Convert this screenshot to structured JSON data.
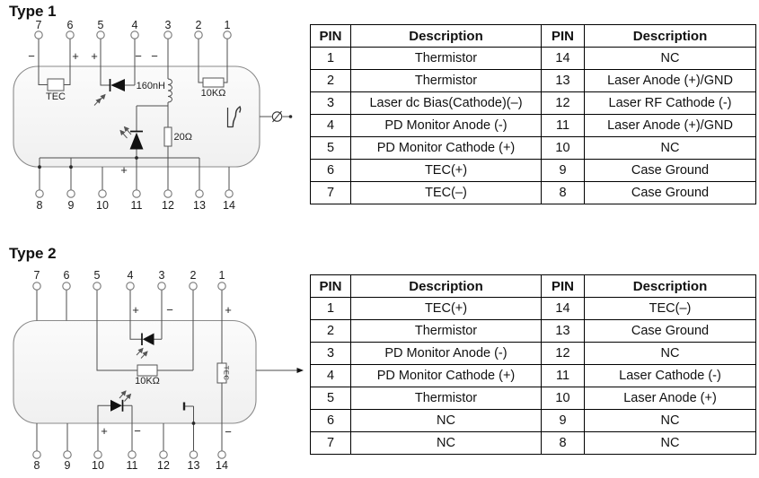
{
  "type1": {
    "heading": "Type 1",
    "top_pins": [
      "7",
      "6",
      "5",
      "4",
      "3",
      "2",
      "1"
    ],
    "bottom_pins": [
      "8",
      "9",
      "10",
      "11",
      "12",
      "13",
      "14"
    ],
    "marks": {
      "pin7": "−",
      "pin6": "+",
      "pin5": "+",
      "pin4": "−",
      "pin3": "−",
      "laser_anode": "+"
    },
    "labels": {
      "tec": "TEC",
      "inductor": "160nH",
      "thermistor": "10KΩ",
      "series_resistor": "20Ω"
    },
    "table": {
      "headers": [
        "PIN",
        "Description",
        "PIN",
        "Description"
      ],
      "rows": [
        [
          "1",
          "Thermistor",
          "14",
          "NC"
        ],
        [
          "2",
          "Thermistor",
          "13",
          "Laser Anode (+)/GND"
        ],
        [
          "3",
          "Laser dc Bias(Cathode)(–)",
          "12",
          "Laser RF Cathode (-)"
        ],
        [
          "4",
          "PD Monitor Anode (-)",
          "11",
          "Laser Anode (+)/GND"
        ],
        [
          "5",
          "PD Monitor Cathode (+)",
          "10",
          "NC"
        ],
        [
          "6",
          "TEC(+)",
          "9",
          "Case Ground"
        ],
        [
          "7",
          "TEC(–)",
          "8",
          "Case Ground"
        ]
      ]
    }
  },
  "type2": {
    "heading": "Type 2",
    "top_pins": [
      "7",
      "6",
      "5",
      "4",
      "3",
      "2",
      "1"
    ],
    "bottom_pins": [
      "8",
      "9",
      "10",
      "11",
      "12",
      "13",
      "14"
    ],
    "marks": {
      "pin4": "+",
      "pin3": "−",
      "pin1": "+",
      "pin10": "+",
      "pin11": "−",
      "pin14": "−"
    },
    "labels": {
      "thermistor": "10KΩ",
      "tec": "TEC"
    },
    "table": {
      "headers": [
        "PIN",
        "Description",
        "PIN",
        "Description"
      ],
      "rows": [
        [
          "1",
          "TEC(+)",
          "14",
          "TEC(–)"
        ],
        [
          "2",
          "Thermistor",
          "13",
          "Case Ground"
        ],
        [
          "3",
          "PD Monitor Anode (-)",
          "12",
          "NC"
        ],
        [
          "4",
          "PD Monitor Cathode (+)",
          "11",
          "Laser Cathode (-)"
        ],
        [
          "5",
          "Thermistor",
          "10",
          "Laser Anode (+)"
        ],
        [
          "6",
          "NC",
          "9",
          "NC"
        ],
        [
          "7",
          "NC",
          "8",
          "NC"
        ]
      ]
    }
  }
}
